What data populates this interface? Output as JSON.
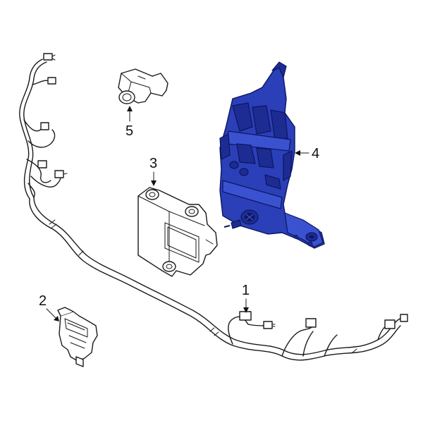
{
  "callouts": [
    {
      "id": "1",
      "label": "1"
    },
    {
      "id": "2",
      "label": "2"
    },
    {
      "id": "3",
      "label": "3"
    },
    {
      "id": "4",
      "label": "4"
    },
    {
      "id": "5",
      "label": "5"
    }
  ],
  "colors": {
    "highlight": "#2a3fb8",
    "highlight_dark": "#1d2c93",
    "line": "#1a1a1a",
    "background": "#ffffff"
  }
}
